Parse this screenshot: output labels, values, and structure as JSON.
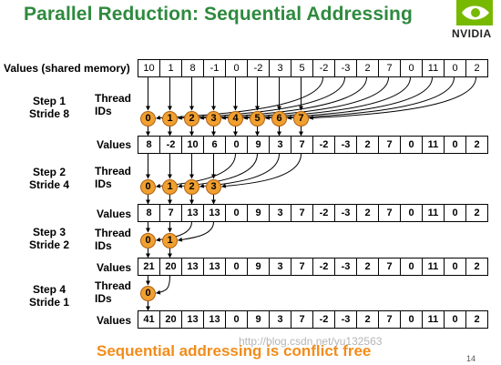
{
  "title": "Parallel Reduction: Sequential Addressing",
  "brand": "NVIDIA",
  "labels": {
    "shared_values": "Values (shared memory)",
    "thread_ids": "Thread IDs",
    "values": "Values"
  },
  "steps": [
    {
      "label": "Step 1",
      "stride": "Stride 8"
    },
    {
      "label": "Step 2",
      "stride": "Stride 4"
    },
    {
      "label": "Step 3",
      "stride": "Stride 2"
    },
    {
      "label": "Step 4",
      "stride": "Stride 1"
    }
  ],
  "initial_values": [
    "10",
    "1",
    "8",
    "-1",
    "0",
    "-2",
    "3",
    "5",
    "-2",
    "-3",
    "2",
    "7",
    "0",
    "11",
    "0",
    "2"
  ],
  "step_values": [
    [
      "8",
      "-2",
      "10",
      "6",
      "0",
      "9",
      "3",
      "7",
      "-2",
      "-3",
      "2",
      "7",
      "0",
      "11",
      "0",
      "2"
    ],
    [
      "8",
      "7",
      "13",
      "13",
      "0",
      "9",
      "3",
      "7",
      "-2",
      "-3",
      "2",
      "7",
      "0",
      "11",
      "0",
      "2"
    ],
    [
      "21",
      "20",
      "13",
      "13",
      "0",
      "9",
      "3",
      "7",
      "-2",
      "-3",
      "2",
      "7",
      "0",
      "11",
      "0",
      "2"
    ],
    [
      "41",
      "20",
      "13",
      "13",
      "0",
      "9",
      "3",
      "7",
      "-2",
      "-3",
      "2",
      "7",
      "0",
      "11",
      "0",
      "2"
    ]
  ],
  "thread_ids": [
    [
      "0",
      "1",
      "2",
      "3",
      "4",
      "5",
      "6",
      "7"
    ],
    [
      "0",
      "1",
      "2",
      "3"
    ],
    [
      "0",
      "1"
    ],
    [
      "0"
    ]
  ],
  "footer": "Sequential addressing is conflict free",
  "page_number": "14",
  "watermark": "http://blog.csdn.net/yu132563",
  "colors": {
    "title": "#2e8a3e",
    "thread_fill": "#f0a030",
    "footer": "#f28c1a"
  }
}
